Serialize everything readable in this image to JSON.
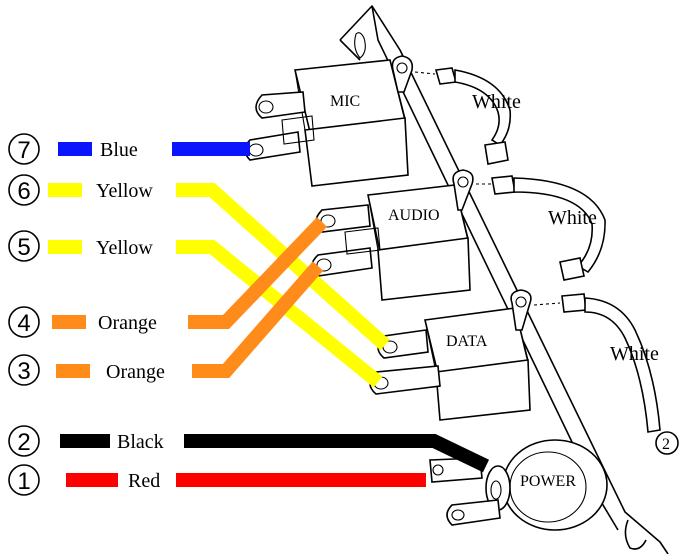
{
  "colors": {
    "blue": "#0a14ff",
    "yellow": "#ffff00",
    "orange": "#ff8c1a",
    "black": "#000000",
    "red": "#ff0000"
  },
  "wires": [
    {
      "number": "7",
      "label": "Blue",
      "color_key": "blue"
    },
    {
      "number": "6",
      "label": "Yellow",
      "color_key": "yellow"
    },
    {
      "number": "5",
      "label": "Yellow",
      "color_key": "yellow"
    },
    {
      "number": "4",
      "label": "Orange",
      "color_key": "orange"
    },
    {
      "number": "3",
      "label": "Orange",
      "color_key": "orange"
    },
    {
      "number": "2",
      "label": "Black",
      "color_key": "black"
    },
    {
      "number": "1",
      "label": "Red",
      "color_key": "red"
    }
  ],
  "jacks": {
    "mic": "MIC",
    "audio": "AUDIO",
    "data": "DATA",
    "power": "POWER"
  },
  "ground_wires": [
    "White",
    "White",
    "White"
  ],
  "ground_ref": "2"
}
